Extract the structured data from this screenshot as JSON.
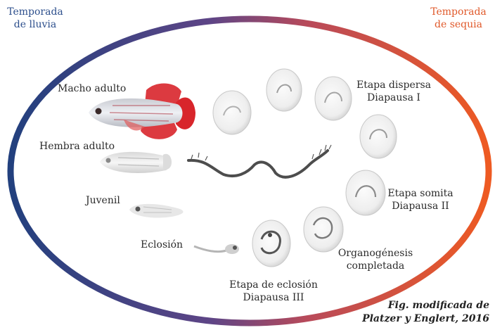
{
  "seasons": {
    "wet": [
      "Temporada",
      "de lluvia"
    ],
    "dry": [
      "Temporada",
      "de sequia"
    ]
  },
  "stages": {
    "adult_male": "Macho adulto",
    "adult_female": "Hembra adulto",
    "juvenile": "Juvenil",
    "hatching": "Eclosión",
    "dispersed": [
      "Etapa dispersa",
      "Diapausa I"
    ],
    "somite": [
      "Etapa somita",
      "Diapausa II"
    ],
    "organogenesis": [
      "Organogénesis",
      "completada"
    ],
    "pre_hatching": [
      "Etapa de eclosión",
      "Diapausa III"
    ]
  },
  "credit": [
    "Fig. modificada de",
    "Platzer y Englert, 2016"
  ],
  "colors": {
    "wet_season": "#2d4f8c",
    "dry_season": "#e0592a",
    "male_fin": "#d8252b",
    "label_text": "#2b2b2b"
  }
}
